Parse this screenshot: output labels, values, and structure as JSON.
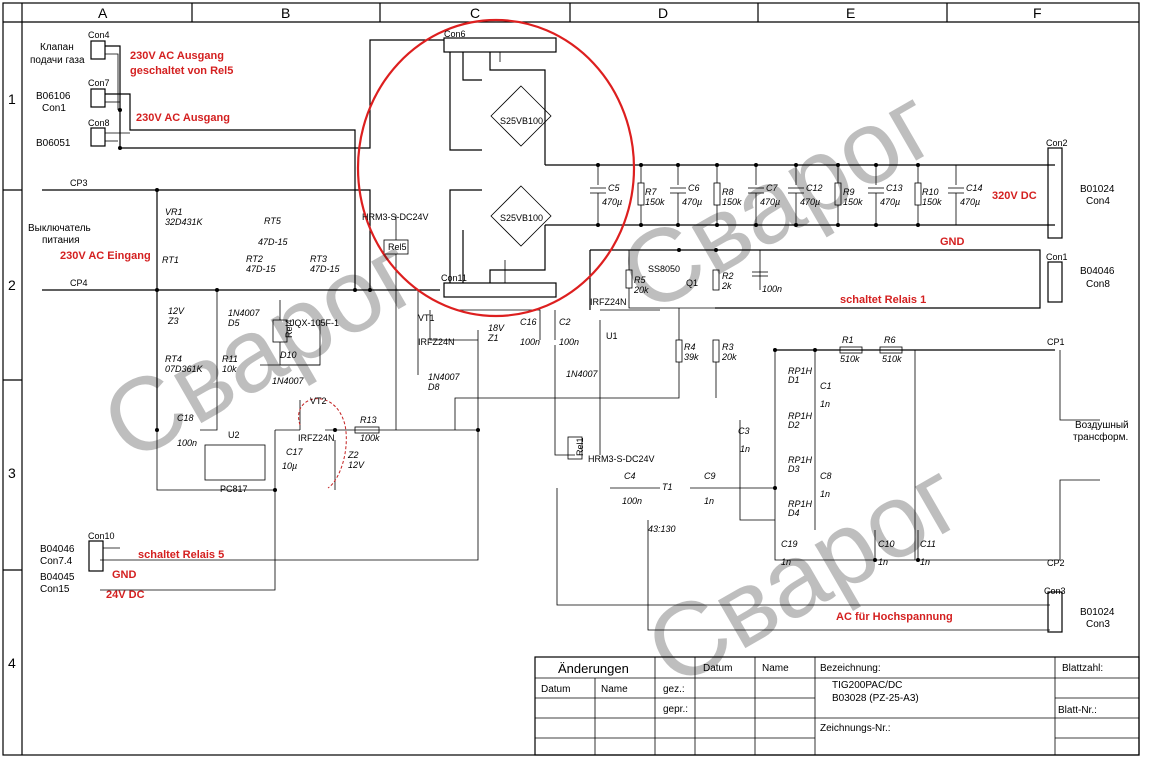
{
  "border": {
    "columns": [
      "A",
      "B",
      "C",
      "D",
      "E",
      "F"
    ],
    "rows": [
      "1",
      "2",
      "3",
      "4"
    ]
  },
  "watermark": "Сварог",
  "connectors": {
    "con4": "Con4",
    "con7": "Con7",
    "con8": "Con8",
    "con6": "Con6",
    "con11": "Con11",
    "con2": "Con2",
    "con1": "Con1",
    "con3": "Con3",
    "con10": "Con10",
    "cp1": "CP1",
    "cp2": "CP2",
    "cp3": "CP3",
    "cp4": "CP4"
  },
  "left_labels": {
    "gas_valve_1": "Клапан",
    "gas_valve_2": "подачи газа",
    "b06106": "B06106",
    "con1": "Con1",
    "b06051": "B06051",
    "switch_1": "Выключатель",
    "switch_2": "питания",
    "b04046": "B04046",
    "con74": "Con7.4",
    "b04045": "B04045",
    "con15": "Con15"
  },
  "right_labels": {
    "b01024_a": "B01024",
    "con4": "Con4",
    "b04046": "B04046",
    "con8": "Con8",
    "air_1": "Воздушный",
    "air_2": "трансформ.",
    "b01024_b": "B01024",
    "con3": "Con3"
  },
  "annotations": {
    "ac_out_switched_1": "230V AC Ausgang",
    "ac_out_switched_2": "geschaltet von Rel5",
    "ac_out": "230V AC Ausgang",
    "ac_in": "230V AC  Eingang",
    "dc320": "320V DC",
    "gnd_top": "GND",
    "relay1": "schaltet Relais 1",
    "relay5": "schaltet Relais 5",
    "gnd_bottom": "GND",
    "dc24": "24V DC",
    "hv_ac": "AC für Hochspannung"
  },
  "components": {
    "bridge1": "S25VB100",
    "bridge2": "S25VB100",
    "c5": "C5",
    "c5v": "470µ",
    "r7": "R7",
    "r7v": "150k",
    "c6": "C6",
    "c6v": "470µ",
    "r8": "R8",
    "r8v": "150k",
    "c7": "C7",
    "c7v": "470µ",
    "c12": "C12",
    "c12v": "470µ",
    "r9": "R9",
    "r9v": "150k",
    "c13": "C13",
    "c13v": "470µ",
    "r10": "R10",
    "r10v": "150k",
    "c14": "C14",
    "c14v": "470µ",
    "vr1": "VR1",
    "vr1v": "32D431K",
    "rt1": "RT1",
    "rt5": "RT5",
    "rt5v": "47D-15",
    "rt2": "RT2",
    "rt2v": "47D-15",
    "rt3": "RT3",
    "rt3v": "47D-15",
    "rel5": "Rel5",
    "hrm_a": "HRM3-S-DC24V",
    "z3": "Z3",
    "z3v": "12V",
    "d5": "D5",
    "d5v": "1N4007",
    "rel4": "Rel4",
    "jqx": "JQX-105F-1",
    "d10": "D10",
    "d10v": "1N4007",
    "rt4": "RT4",
    "rt4v": "07D361K",
    "r11": "R11",
    "r11v": "10k",
    "c18": "C18",
    "c18v": "100n",
    "u2": "U2",
    "pc817": "PC817",
    "c17": "C17",
    "c17v": "10µ",
    "vt2": "VT2",
    "vt2v": "IRFZ24N",
    "r13": "R13",
    "r13v": "100k",
    "z2": "Z2",
    "z2v": "12V",
    "vt1": "VT1",
    "vt1v": "IRFZ24N",
    "d8": "D8",
    "d8v": "1N4007",
    "z1": "Z1",
    "z1v": "18V",
    "c16": "C16",
    "c16v": "100n",
    "c2": "C2",
    "c2v": "100n",
    "u1v": "IRFZ24N",
    "u1": "U1",
    "d_1n4007": "1N4007",
    "r5": "R5",
    "r5v": "20k",
    "ss8050": "SS8050",
    "q1": "Q1",
    "r2": "R2",
    "r2v": "2k",
    "c100n": "100n",
    "r4": "R4",
    "r4v": "39k",
    "r3": "R3",
    "r3v": "20k",
    "rel1": "Rel1",
    "hrm_b": "HRM3-S-DC24V",
    "c4": "C4",
    "c4v": "100n",
    "t1": "T1",
    "t1v": "43:130",
    "c9": "C9",
    "c9v": "1n",
    "c3": "C3",
    "c3v": "1n",
    "d1": "D1",
    "d1v": "RP1H",
    "d2": "D2",
    "d2v": "RP1H",
    "d3": "D3",
    "d3v": "RP1H",
    "d4": "D4",
    "d4v": "RP1H",
    "c1": "C1",
    "c1v": "1n",
    "c8": "C8",
    "c8v": "1n",
    "c19": "C19",
    "c19v": "1n",
    "c10": "C10",
    "c10v": "1n",
    "c11": "C11",
    "c11v": "1n",
    "r1": "R1",
    "r1v": "510k",
    "r6": "R6",
    "r6v": "510k"
  },
  "title_block": {
    "changes": "Änderungen",
    "datum1": "Datum",
    "name1": "Name",
    "datum2": "Datum",
    "name2": "Name",
    "gez": "gez.:",
    "gepr": "gepr.:",
    "bezeichnung": "Bezeichnung:",
    "title_1": "TIG200PAC/DC",
    "title_2": "B03028 (PZ-25-A3)",
    "blattzahl": "Blattzahl:",
    "blatt_nr": "Blatt-Nr.:",
    "zeichnungs_nr": "Zeichnungs-Nr.:"
  }
}
